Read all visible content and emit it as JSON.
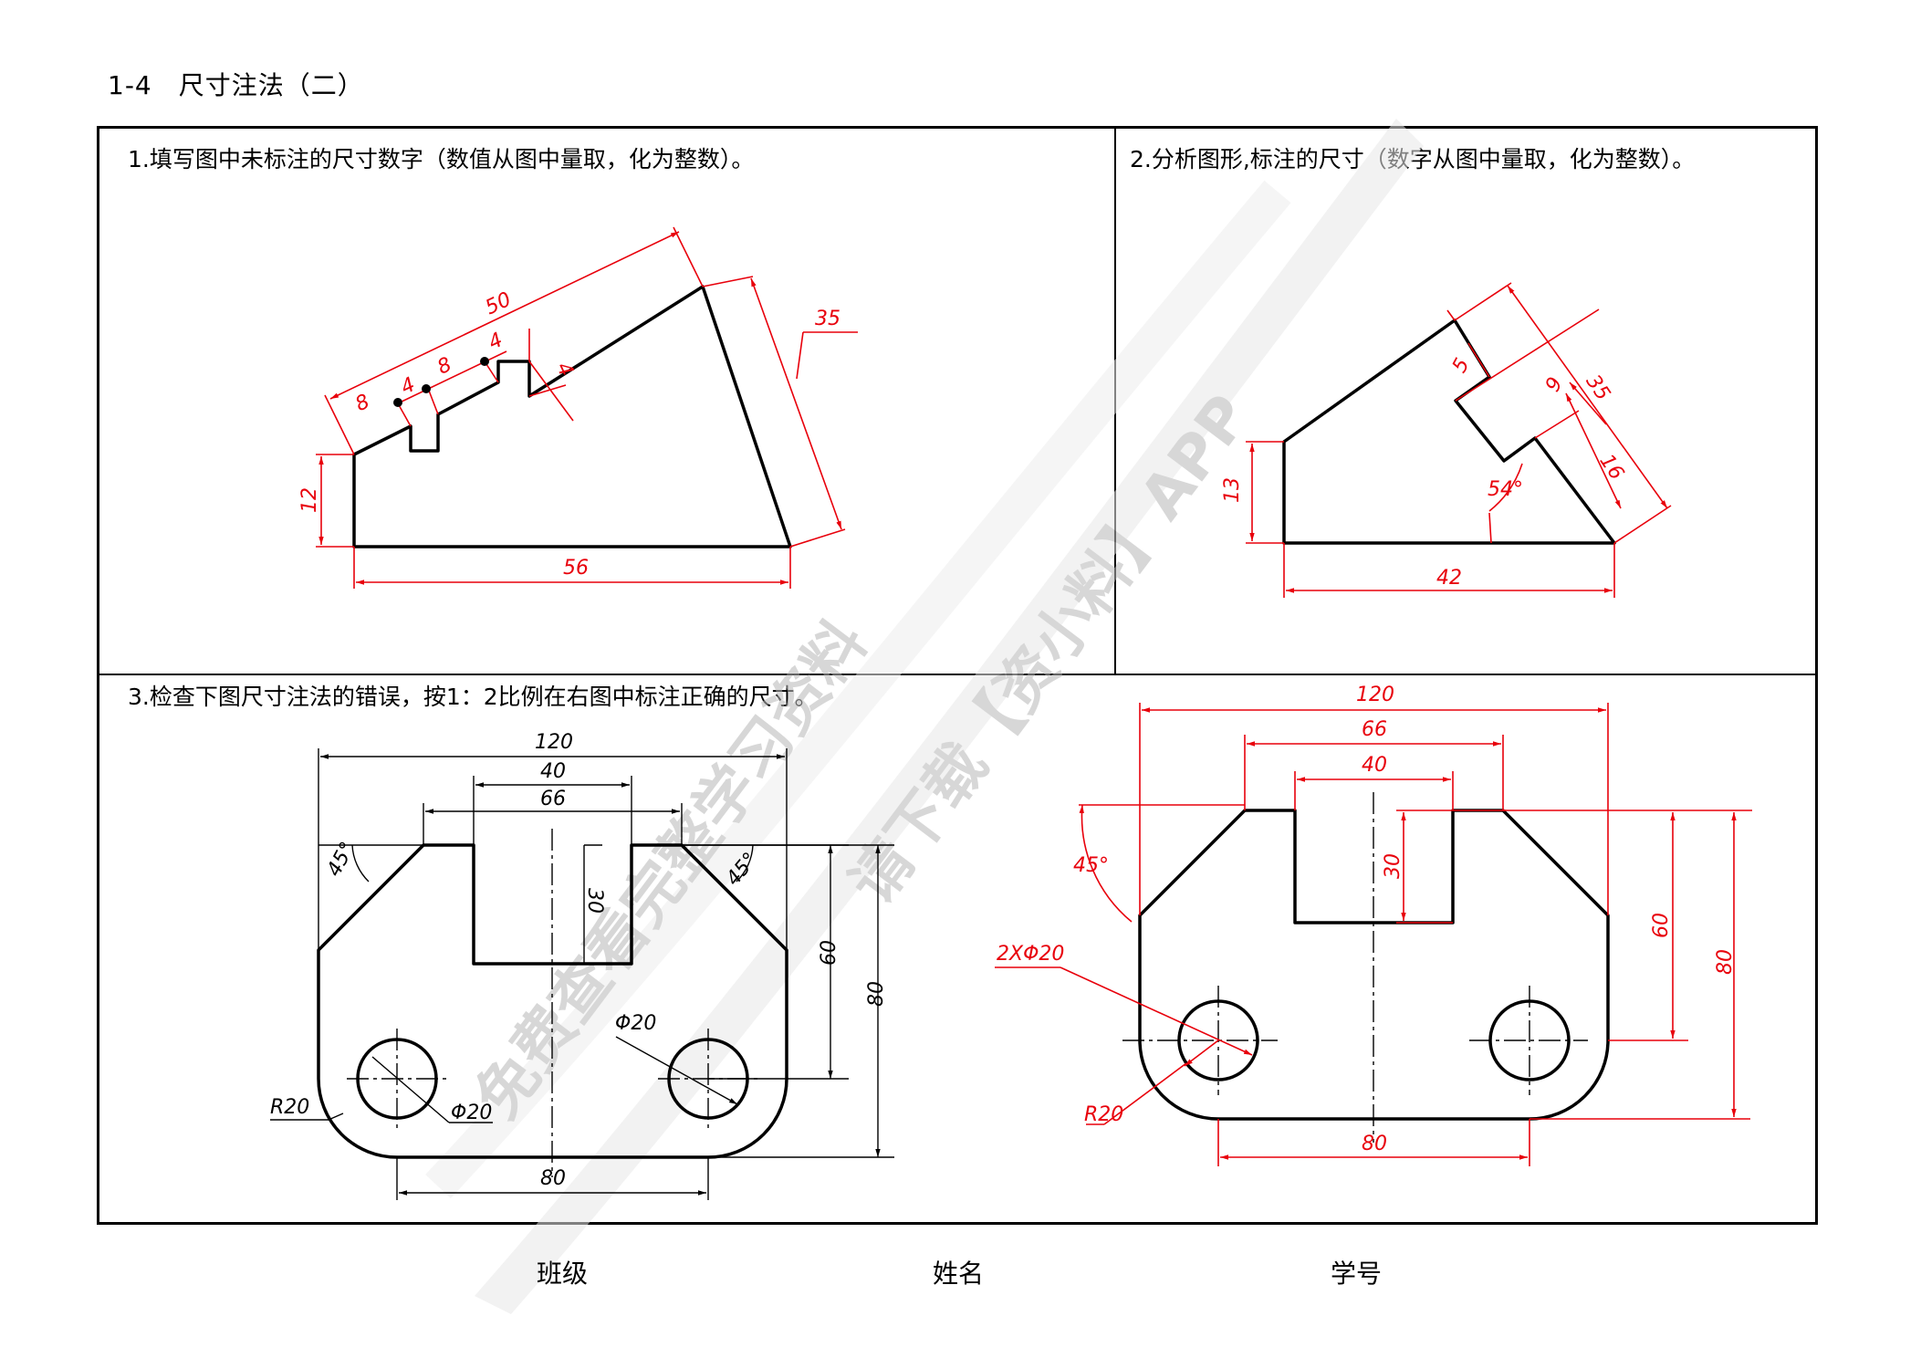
{
  "header": {
    "title": "1-4　尺寸注法（二）"
  },
  "tasks": {
    "task1": "1.填写图中未标注的尺寸数字（数值从图中量取，化为整数）。",
    "task2": "2.分析图形,标注的尺寸（数字从图中量取，化为整数）。",
    "task3": "3.检查下图尺寸注法的错误，按1：2比例在右图中标注正确的尺寸。"
  },
  "fig1_dims": [
    "50",
    "35",
    "8",
    "4",
    "8",
    "4",
    "4",
    "12",
    "56"
  ],
  "fig2_dims": [
    "5",
    "9",
    "35",
    "16",
    "54°",
    "13",
    "42"
  ],
  "fig3_dims": [
    "120",
    "40",
    "66",
    "45°",
    "45°",
    "30",
    "60",
    "80",
    "Φ20",
    "R20",
    "Φ20",
    "80"
  ],
  "fig4_dims": [
    "120",
    "66",
    "40",
    "45°",
    "30",
    "60",
    "80",
    "2XΦ20",
    "R20",
    "80"
  ],
  "watermark": {
    "line1": "免费查看完整学习资料",
    "line2": "请下载【资小料】APP"
  },
  "footer": {
    "class_label": "班级",
    "name_label": "姓名",
    "id_label": "学号"
  },
  "colors": {
    "dimension": "#e8000b",
    "outline": "#000000",
    "watermark": "#b8b8b8"
  }
}
